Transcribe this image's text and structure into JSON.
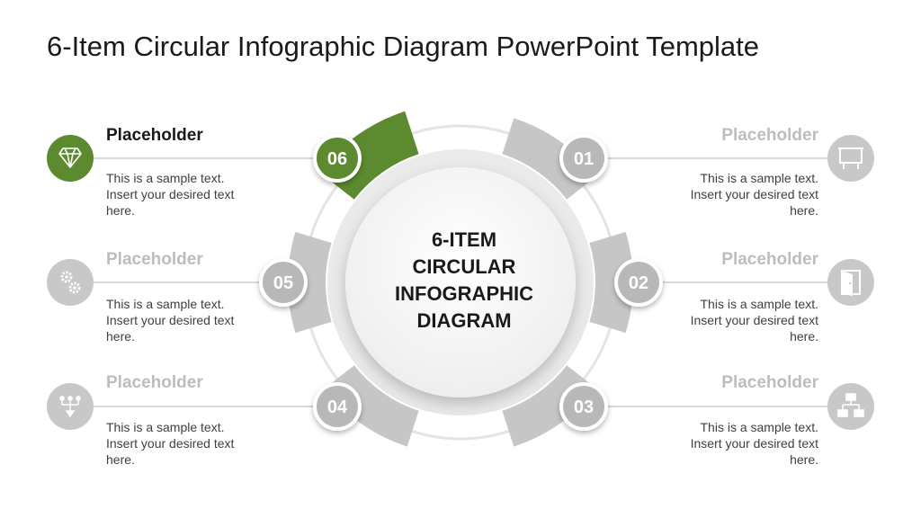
{
  "slide": {
    "title": "6-Item Circular Infographic Diagram PowerPoint Template"
  },
  "center": {
    "lines": [
      "6-ITEM",
      "CIRCULAR",
      "INFOGRAPHIC",
      "DIAGRAM"
    ]
  },
  "colors": {
    "accent": "#5b8a2f",
    "segment_gray": "#c6c6c6",
    "icon_gray": "#c8c8c8",
    "inactive_text": "#bdbdbd"
  },
  "items": [
    {
      "number": "01",
      "title": "Placeholder",
      "text": [
        "This is a sample text.",
        "Insert your desired text",
        "here."
      ],
      "icon": "billboard-icon",
      "active": false
    },
    {
      "number": "02",
      "title": "Placeholder",
      "text": [
        "This is a sample text.",
        "Insert your desired text",
        "here."
      ],
      "icon": "door-icon",
      "active": false
    },
    {
      "number": "03",
      "title": "Placeholder",
      "text": [
        "This is a sample text.",
        "Insert your desired text",
        "here."
      ],
      "icon": "hierarchy-icon",
      "active": false
    },
    {
      "number": "04",
      "title": "Placeholder",
      "text": [
        "This is a sample text.",
        "Insert your desired text",
        "here."
      ],
      "icon": "flowchart-icon",
      "active": false
    },
    {
      "number": "05",
      "title": "Placeholder",
      "text": [
        "This is a sample text.",
        "Insert your desired text",
        "here."
      ],
      "icon": "gears-icon",
      "active": false
    },
    {
      "number": "06",
      "title": "Placeholder",
      "text": [
        "This is a sample text.",
        "Insert your desired text",
        "here."
      ],
      "icon": "diamond-icon",
      "active": true
    }
  ]
}
